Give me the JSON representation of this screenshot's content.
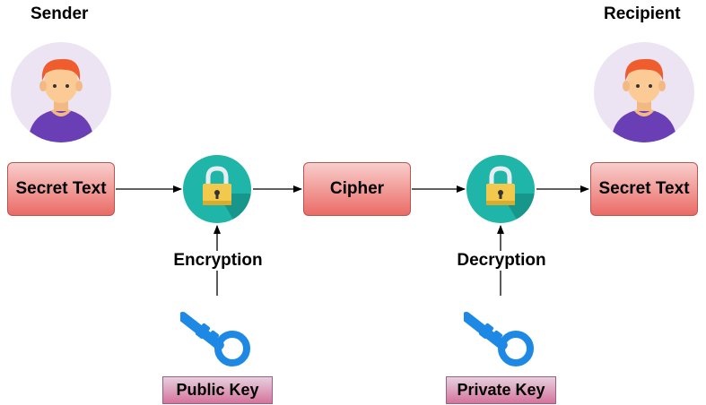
{
  "actors": {
    "sender": "Sender",
    "recipient": "Recipient"
  },
  "nodes": {
    "plain_text_left": "Secret Text",
    "cipher": "Cipher",
    "plain_text_right": "Secret Text"
  },
  "steps": {
    "encryption": "Encryption",
    "decryption": "Decryption"
  },
  "keys": {
    "public": "Public Key",
    "private": "Private Key"
  },
  "icons": {
    "person": "person-avatar-icon",
    "lock": "padlock-icon",
    "key": "key-icon"
  },
  "colors": {
    "box_fill_top": "#f8cecc",
    "box_fill_bottom": "#ea6b66",
    "key_label_top": "#e6d0de",
    "key_label_bottom": "#d5739d",
    "lock_circle": "#1fb5a8",
    "key_blue": "#1e88e5",
    "avatar_bg": "#ece4f3"
  }
}
